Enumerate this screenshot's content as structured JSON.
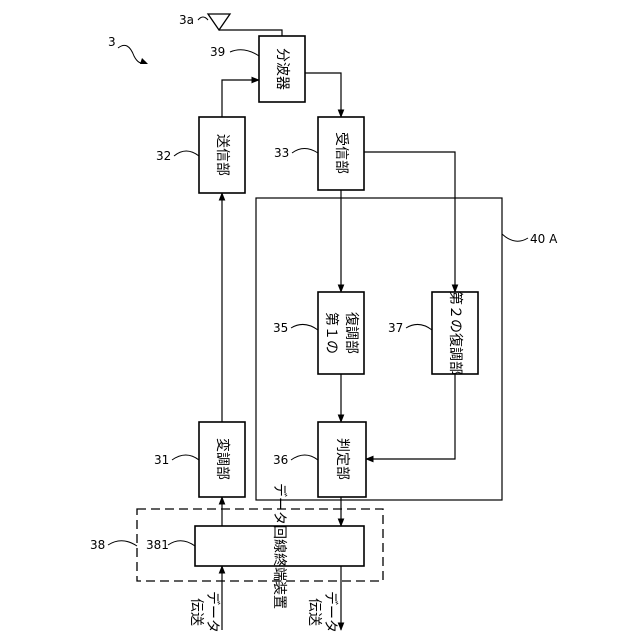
{
  "figure_ref": "3",
  "antenna": {
    "ref": "3a"
  },
  "blocks": {
    "splitter": {
      "ref": "39",
      "label": "分波器"
    },
    "transmitter": {
      "ref": "32",
      "label": "送信部"
    },
    "receiver": {
      "ref": "33",
      "label": "受信部"
    },
    "modulator": {
      "ref": "31",
      "label": "変調部"
    },
    "demod1": {
      "ref": "35",
      "line1": "第１の",
      "line2": "復調部"
    },
    "demod2": {
      "ref": "37",
      "label": "第２の復調部"
    },
    "judge": {
      "ref": "36",
      "label": "判定部"
    },
    "terminal": {
      "ref": "381",
      "label": "データ回線終端装置"
    }
  },
  "groups": {
    "demod_group": {
      "ref": "40 A"
    },
    "terminal_group": {
      "ref": "38"
    }
  },
  "io": {
    "input": {
      "line1": "伝送",
      "line2": "データ"
    },
    "output": {
      "line1": "伝送",
      "line2": "データ"
    }
  }
}
